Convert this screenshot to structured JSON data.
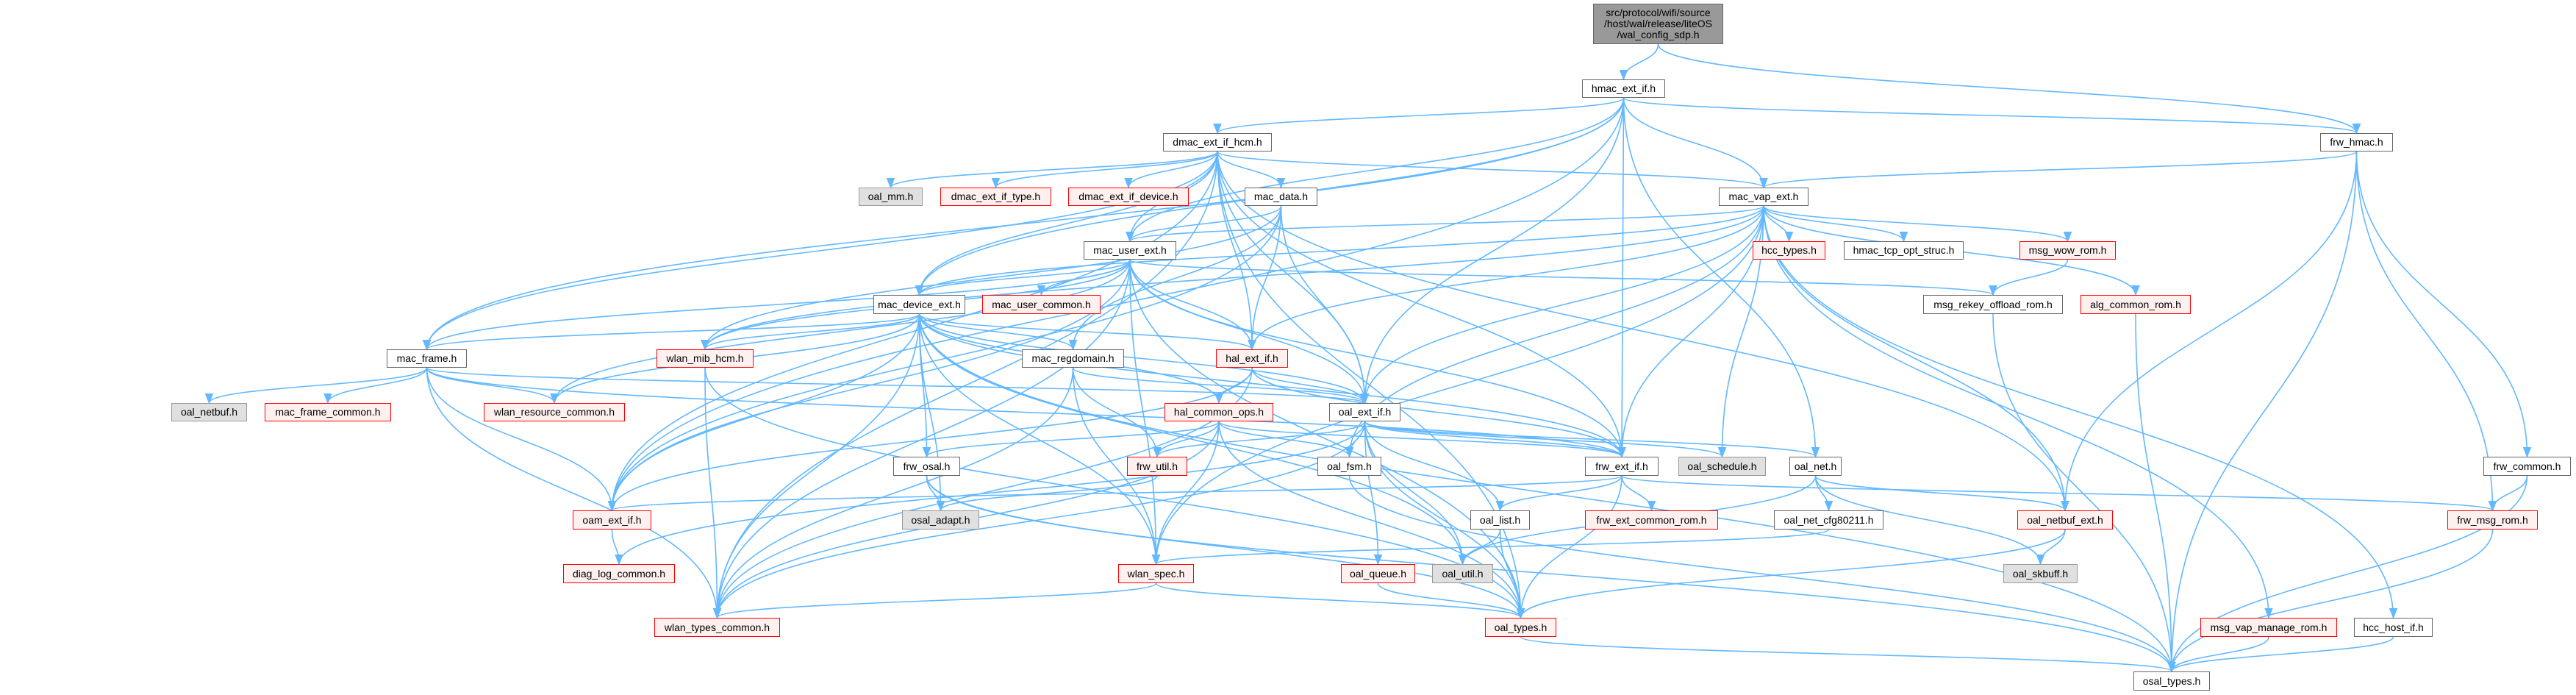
{
  "nodes": [
    {
      "id": "root",
      "label": "src/protocol/wifi/source\n/host/wal/release/liteOS\n/wal_config_sdp.h",
      "kind": "root"
    },
    {
      "id": "hmac_ext_if",
      "label": "hmac_ext_if.h",
      "kind": "white"
    },
    {
      "id": "dmac_ext_if_hcm",
      "label": "dmac_ext_if_hcm.h",
      "kind": "white"
    },
    {
      "id": "frw_hmac",
      "label": "frw_hmac.h",
      "kind": "white"
    },
    {
      "id": "oal_mm",
      "label": "oal_mm.h",
      "kind": "gray"
    },
    {
      "id": "dmac_ext_if_type",
      "label": "dmac_ext_if_type.h",
      "kind": "red"
    },
    {
      "id": "dmac_ext_if_device",
      "label": "dmac_ext_if_device.h",
      "kind": "red"
    },
    {
      "id": "mac_data",
      "label": "mac_data.h",
      "kind": "white"
    },
    {
      "id": "mac_vap_ext",
      "label": "mac_vap_ext.h",
      "kind": "white"
    },
    {
      "id": "mac_user_ext",
      "label": "mac_user_ext.h",
      "kind": "white"
    },
    {
      "id": "hcc_types",
      "label": "hcc_types.h",
      "kind": "red"
    },
    {
      "id": "hmac_tcp_opt_struc",
      "label": "hmac_tcp_opt_struc.h",
      "kind": "white"
    },
    {
      "id": "msg_wow_rom",
      "label": "msg_wow_rom.h",
      "kind": "red"
    },
    {
      "id": "mac_device_ext",
      "label": "mac_device_ext.h",
      "kind": "white"
    },
    {
      "id": "mac_user_common",
      "label": "mac_user_common.h",
      "kind": "red"
    },
    {
      "id": "msg_rekey_offload_rom",
      "label": "msg_rekey_offload_rom.h",
      "kind": "white"
    },
    {
      "id": "alg_common_rom",
      "label": "alg_common_rom.h",
      "kind": "red"
    },
    {
      "id": "mac_frame",
      "label": "mac_frame.h",
      "kind": "white"
    },
    {
      "id": "wlan_mib_hcm",
      "label": "wlan_mib_hcm.h",
      "kind": "red"
    },
    {
      "id": "mac_regdomain",
      "label": "mac_regdomain.h",
      "kind": "white"
    },
    {
      "id": "hal_ext_if",
      "label": "hal_ext_if.h",
      "kind": "red"
    },
    {
      "id": "oal_netbuf",
      "label": "oal_netbuf.h",
      "kind": "gray"
    },
    {
      "id": "mac_frame_common",
      "label": "mac_frame_common.h",
      "kind": "red"
    },
    {
      "id": "wlan_resource_common",
      "label": "wlan_resource_common.h",
      "kind": "red"
    },
    {
      "id": "hal_common_ops",
      "label": "hal_common_ops.h",
      "kind": "red"
    },
    {
      "id": "oal_ext_if",
      "label": "oal_ext_if.h",
      "kind": "white"
    },
    {
      "id": "frw_osal",
      "label": "frw_osal.h",
      "kind": "white"
    },
    {
      "id": "frw_util",
      "label": "frw_util.h",
      "kind": "red"
    },
    {
      "id": "oal_fsm",
      "label": "oal_fsm.h",
      "kind": "white"
    },
    {
      "id": "frw_ext_if",
      "label": "frw_ext_if.h",
      "kind": "white"
    },
    {
      "id": "oal_schedule",
      "label": "oal_schedule.h",
      "kind": "gray"
    },
    {
      "id": "oal_net",
      "label": "oal_net.h",
      "kind": "white"
    },
    {
      "id": "frw_common",
      "label": "frw_common.h",
      "kind": "white"
    },
    {
      "id": "oam_ext_if",
      "label": "oam_ext_if.h",
      "kind": "red"
    },
    {
      "id": "osal_adapt",
      "label": "osal_adapt.h",
      "kind": "gray"
    },
    {
      "id": "oal_list",
      "label": "oal_list.h",
      "kind": "white"
    },
    {
      "id": "frw_ext_common_rom",
      "label": "frw_ext_common_rom.h",
      "kind": "red"
    },
    {
      "id": "oal_net_cfg80211",
      "label": "oal_net_cfg80211.h",
      "kind": "white"
    },
    {
      "id": "oal_netbuf_ext",
      "label": "oal_netbuf_ext.h",
      "kind": "red"
    },
    {
      "id": "frw_msg_rom",
      "label": "frw_msg_rom.h",
      "kind": "red"
    },
    {
      "id": "diag_log_common",
      "label": "diag_log_common.h",
      "kind": "red"
    },
    {
      "id": "wlan_spec",
      "label": "wlan_spec.h",
      "kind": "red"
    },
    {
      "id": "oal_queue",
      "label": "oal_queue.h",
      "kind": "red"
    },
    {
      "id": "oal_util",
      "label": "oal_util.h",
      "kind": "gray"
    },
    {
      "id": "oal_skbuff",
      "label": "oal_skbuff.h",
      "kind": "gray"
    },
    {
      "id": "wlan_types_common",
      "label": "wlan_types_common.h",
      "kind": "red"
    },
    {
      "id": "oal_types",
      "label": "oal_types.h",
      "kind": "red"
    },
    {
      "id": "msg_vap_manage_rom",
      "label": "msg_vap_manage_rom.h",
      "kind": "red"
    },
    {
      "id": "hcc_host_if",
      "label": "hcc_host_if.h",
      "kind": "white"
    },
    {
      "id": "osal_types",
      "label": "osal_types.h",
      "kind": "white"
    }
  ],
  "edges": [
    [
      "root",
      "hmac_ext_if"
    ],
    [
      "root",
      "frw_hmac"
    ],
    [
      "hmac_ext_if",
      "dmac_ext_if_hcm"
    ],
    [
      "hmac_ext_if",
      "mac_vap_ext"
    ],
    [
      "hmac_ext_if",
      "frw_hmac"
    ],
    [
      "hmac_ext_if",
      "mac_frame"
    ],
    [
      "hmac_ext_if",
      "mac_device_ext"
    ],
    [
      "hmac_ext_if",
      "mac_user_ext"
    ],
    [
      "hmac_ext_if",
      "oal_ext_if"
    ],
    [
      "hmac_ext_if",
      "frw_ext_if"
    ],
    [
      "hmac_ext_if",
      "oal_net"
    ],
    [
      "hmac_ext_if",
      "oam_ext_if"
    ],
    [
      "dmac_ext_if_hcm",
      "oal_mm"
    ],
    [
      "dmac_ext_if_hcm",
      "dmac_ext_if_type"
    ],
    [
      "dmac_ext_if_hcm",
      "dmac_ext_if_device"
    ],
    [
      "dmac_ext_if_hcm",
      "mac_data"
    ],
    [
      "dmac_ext_if_hcm",
      "mac_user_ext"
    ],
    [
      "dmac_ext_if_hcm",
      "mac_device_ext"
    ],
    [
      "dmac_ext_if_hcm",
      "mac_vap_ext"
    ],
    [
      "dmac_ext_if_hcm",
      "mac_frame"
    ],
    [
      "dmac_ext_if_hcm",
      "oal_ext_if"
    ],
    [
      "dmac_ext_if_hcm",
      "frw_ext_if"
    ],
    [
      "dmac_ext_if_hcm",
      "oal_types"
    ],
    [
      "dmac_ext_if_hcm",
      "oam_ext_if"
    ],
    [
      "dmac_ext_if_hcm",
      "wlan_types_common"
    ],
    [
      "dmac_ext_if_hcm",
      "oal_netbuf_ext"
    ],
    [
      "dmac_ext_if_hcm",
      "hal_ext_if"
    ],
    [
      "mac_data",
      "mac_user_ext"
    ],
    [
      "mac_data",
      "mac_regdomain"
    ],
    [
      "mac_data",
      "hal_ext_if"
    ],
    [
      "mac_data",
      "oal_ext_if"
    ],
    [
      "mac_data",
      "wlan_mib_hcm"
    ],
    [
      "mac_data",
      "oam_ext_if"
    ],
    [
      "mac_vap_ext",
      "mac_user_ext"
    ],
    [
      "mac_vap_ext",
      "mac_device_ext"
    ],
    [
      "mac_vap_ext",
      "hal_ext_if"
    ],
    [
      "mac_vap_ext",
      "hcc_types"
    ],
    [
      "mac_vap_ext",
      "hmac_tcp_opt_struc"
    ],
    [
      "mac_vap_ext",
      "msg_wow_rom"
    ],
    [
      "mac_vap_ext",
      "alg_common_rom"
    ],
    [
      "mac_vap_ext",
      "msg_vap_manage_rom"
    ],
    [
      "mac_vap_ext",
      "hcc_host_if"
    ],
    [
      "mac_vap_ext",
      "oal_schedule"
    ],
    [
      "mac_vap_ext",
      "oal_fsm"
    ],
    [
      "mac_vap_ext",
      "oal_netbuf_ext"
    ],
    [
      "mac_vap_ext",
      "wlan_mib_hcm"
    ],
    [
      "mac_vap_ext",
      "wlan_spec"
    ],
    [
      "mac_vap_ext",
      "oal_ext_if"
    ],
    [
      "mac_vap_ext",
      "frw_ext_if"
    ],
    [
      "mac_user_ext",
      "mac_device_ext"
    ],
    [
      "mac_user_ext",
      "mac_user_common"
    ],
    [
      "mac_user_ext",
      "mac_frame"
    ],
    [
      "mac_user_ext",
      "hal_ext_if"
    ],
    [
      "mac_user_ext",
      "oal_ext_if"
    ],
    [
      "mac_user_ext",
      "msg_rekey_offload_rom"
    ],
    [
      "mac_user_ext",
      "wlan_mib_hcm"
    ],
    [
      "mac_user_ext",
      "wlan_resource_common"
    ],
    [
      "mac_user_ext",
      "wlan_types_common"
    ],
    [
      "mac_user_ext",
      "oam_ext_if"
    ],
    [
      "mac_user_ext",
      "wlan_spec"
    ],
    [
      "mac_user_ext",
      "frw_ext_if"
    ],
    [
      "mac_user_ext",
      "oal_types"
    ],
    [
      "mac_device_ext",
      "mac_frame"
    ],
    [
      "mac_device_ext",
      "wlan_mib_hcm"
    ],
    [
      "mac_device_ext",
      "wlan_resource_common"
    ],
    [
      "mac_device_ext",
      "mac_regdomain"
    ],
    [
      "mac_device_ext",
      "hal_ext_if"
    ],
    [
      "mac_device_ext",
      "oal_ext_if"
    ],
    [
      "mac_device_ext",
      "frw_ext_if"
    ],
    [
      "mac_device_ext",
      "hal_common_ops"
    ],
    [
      "mac_device_ext",
      "frw_osal"
    ],
    [
      "mac_device_ext",
      "osal_adapt"
    ],
    [
      "mac_device_ext",
      "oam_ext_if"
    ],
    [
      "mac_device_ext",
      "wlan_types_common"
    ],
    [
      "mac_device_ext",
      "wlan_spec"
    ],
    [
      "mac_device_ext",
      "osal_types"
    ],
    [
      "mac_device_ext",
      "oal_util"
    ],
    [
      "mac_frame",
      "oal_netbuf"
    ],
    [
      "mac_frame",
      "mac_frame_common"
    ],
    [
      "mac_frame",
      "wlan_resource_common"
    ],
    [
      "mac_frame",
      "oal_ext_if"
    ],
    [
      "mac_frame",
      "oam_ext_if"
    ],
    [
      "mac_frame",
      "wlan_types_common"
    ],
    [
      "mac_frame",
      "frw_ext_if"
    ],
    [
      "wlan_mib_hcm",
      "wlan_types_common"
    ],
    [
      "wlan_mib_hcm",
      "oal_types"
    ],
    [
      "mac_regdomain",
      "oal_ext_if"
    ],
    [
      "mac_regdomain",
      "frw_util"
    ],
    [
      "mac_regdomain",
      "wlan_spec"
    ],
    [
      "mac_regdomain",
      "wlan_types_common"
    ],
    [
      "hal_ext_if",
      "hal_common_ops"
    ],
    [
      "hal_ext_if",
      "oal_ext_if"
    ],
    [
      "hal_ext_if",
      "frw_ext_if"
    ],
    [
      "hal_ext_if",
      "oam_ext_if"
    ],
    [
      "hal_ext_if",
      "wlan_types_common"
    ],
    [
      "hal_common_ops",
      "frw_osal"
    ],
    [
      "hal_common_ops",
      "frw_util"
    ],
    [
      "hal_common_ops",
      "oal_fsm"
    ],
    [
      "hal_common_ops",
      "wlan_spec"
    ],
    [
      "hal_common_ops",
      "oal_types"
    ],
    [
      "hal_common_ops",
      "wlan_types_common"
    ],
    [
      "hal_common_ops",
      "frw_ext_if"
    ],
    [
      "oal_ext_if",
      "oal_fsm"
    ],
    [
      "oal_ext_if",
      "frw_util"
    ],
    [
      "oal_ext_if",
      "oal_list"
    ],
    [
      "oal_ext_if",
      "oal_queue"
    ],
    [
      "oal_ext_if",
      "oal_util"
    ],
    [
      "oal_ext_if",
      "oal_types"
    ],
    [
      "oal_ext_if",
      "oal_schedule"
    ],
    [
      "oal_ext_if",
      "oal_net"
    ],
    [
      "oal_ext_if",
      "frw_ext_if"
    ],
    [
      "oal_ext_if",
      "diag_log_common"
    ],
    [
      "oal_ext_if",
      "wlan_types_common"
    ],
    [
      "frw_osal",
      "osal_adapt"
    ],
    [
      "frw_osal",
      "oal_types"
    ],
    [
      "frw_osal",
      "osal_types"
    ],
    [
      "frw_util",
      "osal_adapt"
    ],
    [
      "oal_fsm",
      "osal_types"
    ],
    [
      "frw_ext_if",
      "oal_list"
    ],
    [
      "frw_ext_if",
      "frw_ext_common_rom"
    ],
    [
      "frw_ext_if",
      "oam_ext_if"
    ],
    [
      "frw_ext_if",
      "oal_types"
    ],
    [
      "frw_ext_if",
      "frw_msg_rom"
    ],
    [
      "oal_list",
      "oal_util"
    ],
    [
      "oal_list",
      "oal_types"
    ],
    [
      "oal_net",
      "oal_net_cfg80211"
    ],
    [
      "oal_net",
      "oal_netbuf_ext"
    ],
    [
      "oal_net",
      "oal_skbuff"
    ],
    [
      "oal_net",
      "oal_util"
    ],
    [
      "oal_net_cfg80211",
      "wlan_spec"
    ],
    [
      "oam_ext_if",
      "diag_log_common"
    ],
    [
      "wlan_spec",
      "wlan_types_common"
    ],
    [
      "wlan_spec",
      "oal_types"
    ],
    [
      "oal_queue",
      "oal_types"
    ],
    [
      "oal_netbuf_ext",
      "oal_skbuff"
    ],
    [
      "oal_netbuf_ext",
      "oal_types"
    ],
    [
      "oal_types",
      "osal_types"
    ],
    [
      "msg_wow_rom",
      "msg_rekey_offload_rom"
    ],
    [
      "msg_rekey_offload_rom",
      "osal_types"
    ],
    [
      "alg_common_rom",
      "osal_types"
    ],
    [
      "msg_vap_manage_rom",
      "osal_types"
    ],
    [
      "hcc_host_if",
      "osal_types"
    ],
    [
      "frw_hmac",
      "mac_vap_ext"
    ],
    [
      "frw_hmac",
      "oal_netbuf_ext"
    ],
    [
      "frw_hmac",
      "osal_types"
    ],
    [
      "frw_hmac",
      "frw_msg_rom"
    ],
    [
      "frw_hmac",
      "frw_common"
    ],
    [
      "frw_common",
      "frw_msg_rom"
    ],
    [
      "frw_common",
      "osal_types"
    ],
    [
      "frw_msg_rom",
      "osal_types"
    ]
  ],
  "colors": {
    "edge": "#63b8ff",
    "red_border": "#ff0000",
    "red_fill": "#fff0f0",
    "gray_fill": "#e0e0e0",
    "root_fill": "#999999"
  }
}
